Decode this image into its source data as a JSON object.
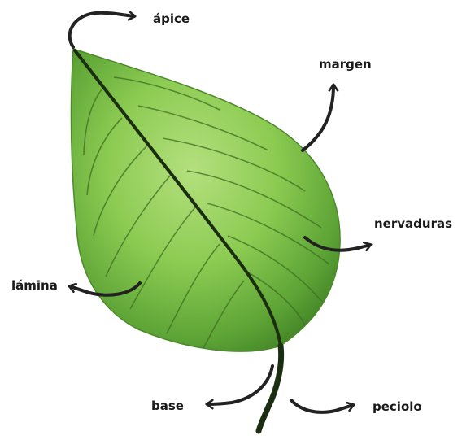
{
  "labels": {
    "apex": "ápice",
    "margin": "margen",
    "veins": "nervaduras",
    "blade": "lámina",
    "base": "base",
    "petiole": "peciolo"
  },
  "colors": {
    "leaf_light": "#a8d87a",
    "leaf_mid": "#7cc24a",
    "leaf_dark": "#3c7a22",
    "midrib": "#1c2e12",
    "arrow": "#222222",
    "text": "#1a1a1a"
  }
}
